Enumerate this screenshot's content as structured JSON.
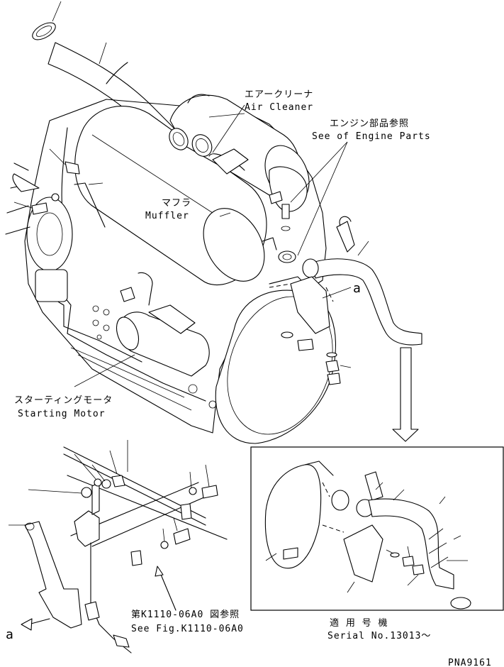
{
  "labels": {
    "air_cleaner_jp": "エアークリーナ",
    "air_cleaner_en": "Air Cleaner",
    "engine_parts_jp": "エンジン部品参照",
    "engine_parts_en": "See of Engine Parts",
    "muffler_jp": "マフラ",
    "muffler_en": "Muffler",
    "starting_motor_jp": "スターティングモータ",
    "starting_motor_en": "Starting Motor",
    "ref_fig_jp": "第K1110-06A0 図参照",
    "ref_fig_en": "See Fig.K1110-06A0",
    "serial_jp": "適 用 号 機",
    "serial_en": "Serial No.13013～",
    "callout_a_top": "a",
    "callout_a_bottom": "a",
    "drawing_number": "PNA9161"
  }
}
